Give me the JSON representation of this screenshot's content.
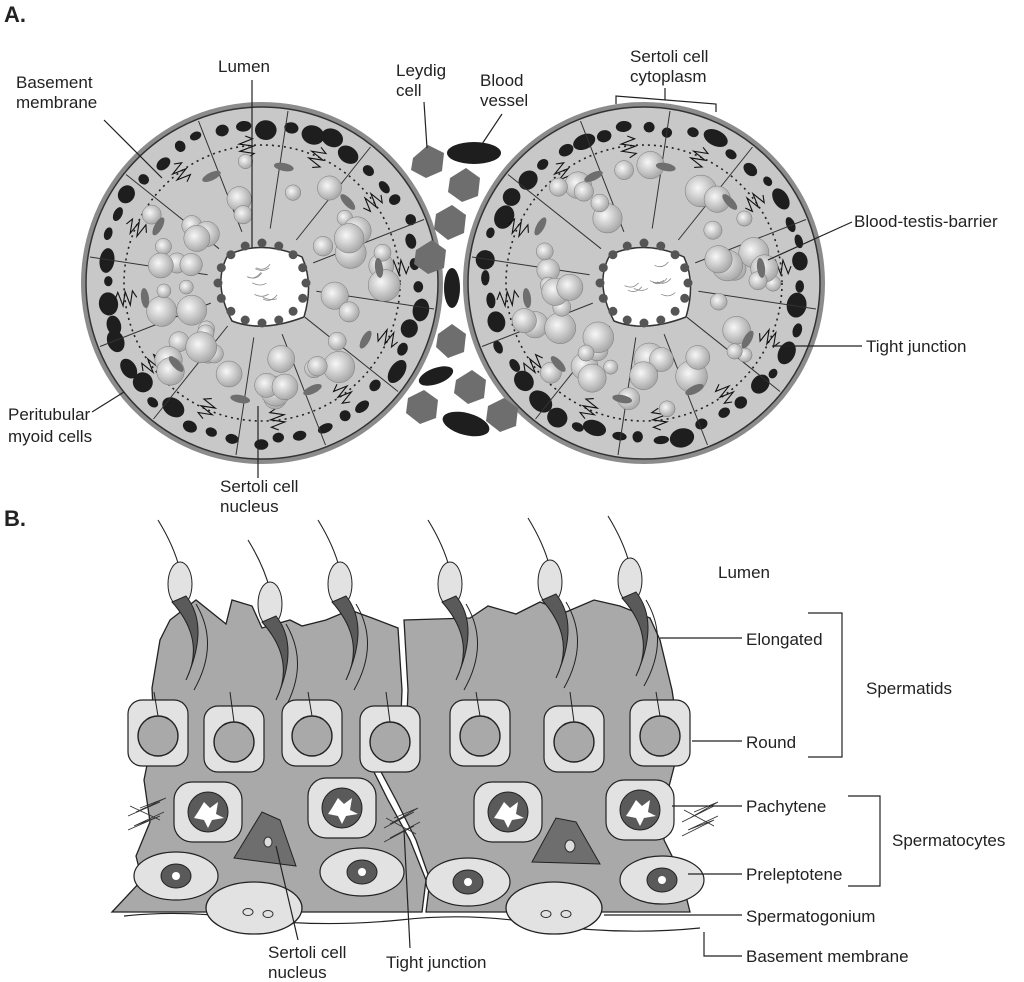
{
  "panels": {
    "a": "A.",
    "b": "B."
  },
  "labels_a": {
    "basement_membrane_l1": "Basement",
    "basement_membrane_l2": "membrane",
    "lumen": "Lumen",
    "leydig_l1": "Leydig",
    "leydig_l2": "cell",
    "blood_l1": "Blood",
    "blood_l2": "vessel",
    "sertoli_cyto_l1": "Sertoli cell",
    "sertoli_cyto_l2": "cytoplasm",
    "btb": "Blood-testis-barrier",
    "tight_junction": "Tight junction",
    "peritubular_l1": "Peritubular",
    "peritubular_l2": "myoid cells",
    "sertoli_nuc_l1": "Sertoli cell",
    "sertoli_nuc_l2": "nucleus"
  },
  "labels_b": {
    "lumen": "Lumen",
    "elongated": "Elongated",
    "spermatids": "Spermatids",
    "round": "Round",
    "pachytene": "Pachytene",
    "spermatocytes": "Spermatocytes",
    "preleptotene": "Preleptotene",
    "spermatogonium": "Spermatogonium",
    "basement_membrane": "Basement membrane",
    "sertoli_nuc_l1": "Sertoli cell",
    "sertoli_nuc_l2": "nucleus",
    "tight_junction": "Tight junction"
  },
  "colors": {
    "cytoplasm": "#c8c8c8",
    "sertoli_gray": "#a9a9a9",
    "dark_nucleus": "#1e1e1e",
    "germ_cell": "#e2e2e2",
    "leydig": "#6e6e6e"
  }
}
